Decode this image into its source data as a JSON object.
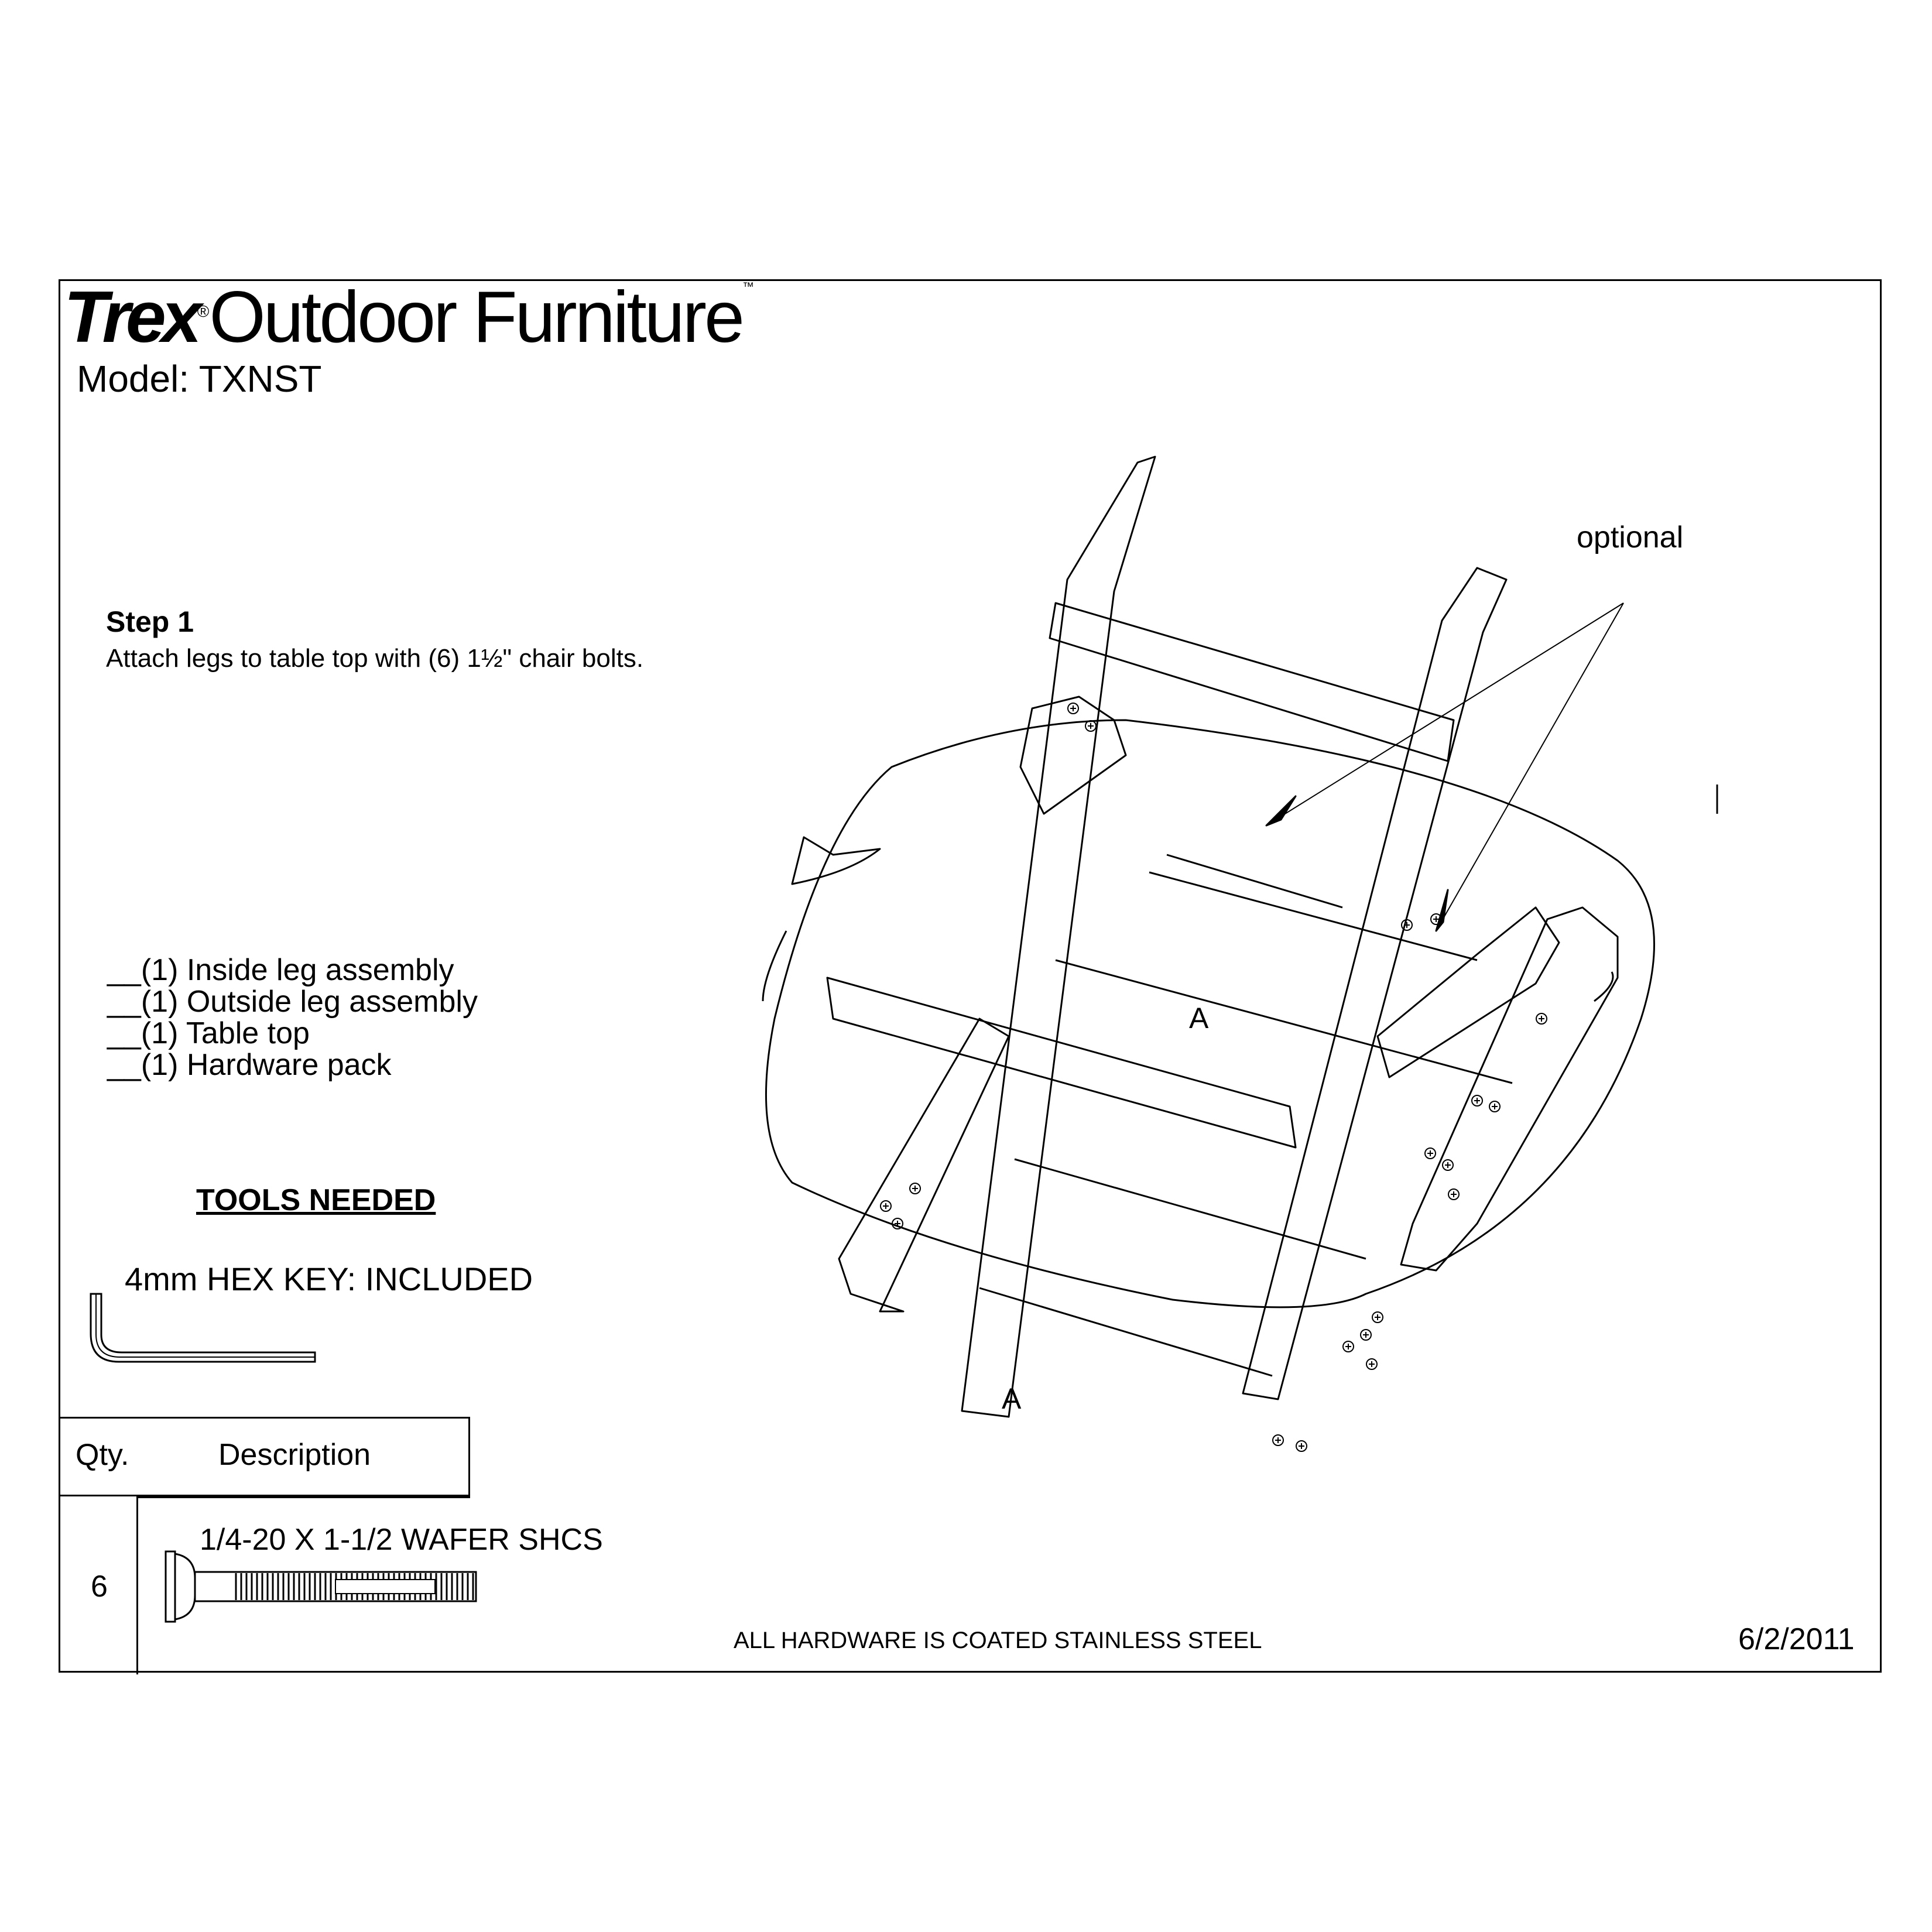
{
  "brand": {
    "name_bold": "Trex",
    "reg_mark": "®",
    "name_regular": "Outdoor Furniture",
    "tm_mark": "™"
  },
  "model": "Model: TXNST",
  "step": {
    "title": "Step 1",
    "instruction": "Attach legs to table top with (6) 1½\" chair bolts."
  },
  "parts_checklist": [
    "__(1) Inside leg assembly",
    "__(1) Outside leg assembly",
    "__(1) Table top",
    "__(1) Hardware pack"
  ],
  "tools": {
    "title": "TOOLS NEEDED",
    "hex_key": "4mm HEX KEY: INCLUDED",
    "hex_key_icon": "hex-key-icon"
  },
  "hardware_table": {
    "qty_header": "Qty.",
    "description_header": "Description",
    "rows": [
      {
        "qty": "6",
        "description": "1/4-20 X 1-1/2 WAFER SHCS",
        "icon": "wafer-bolt-icon"
      }
    ]
  },
  "drawing": {
    "callout_optional": "optional",
    "label_a_1": "A",
    "label_a_2": "A"
  },
  "footer": {
    "note": "ALL HARDWARE IS COATED STAINLESS STEEL",
    "date": "6/2/2011"
  }
}
